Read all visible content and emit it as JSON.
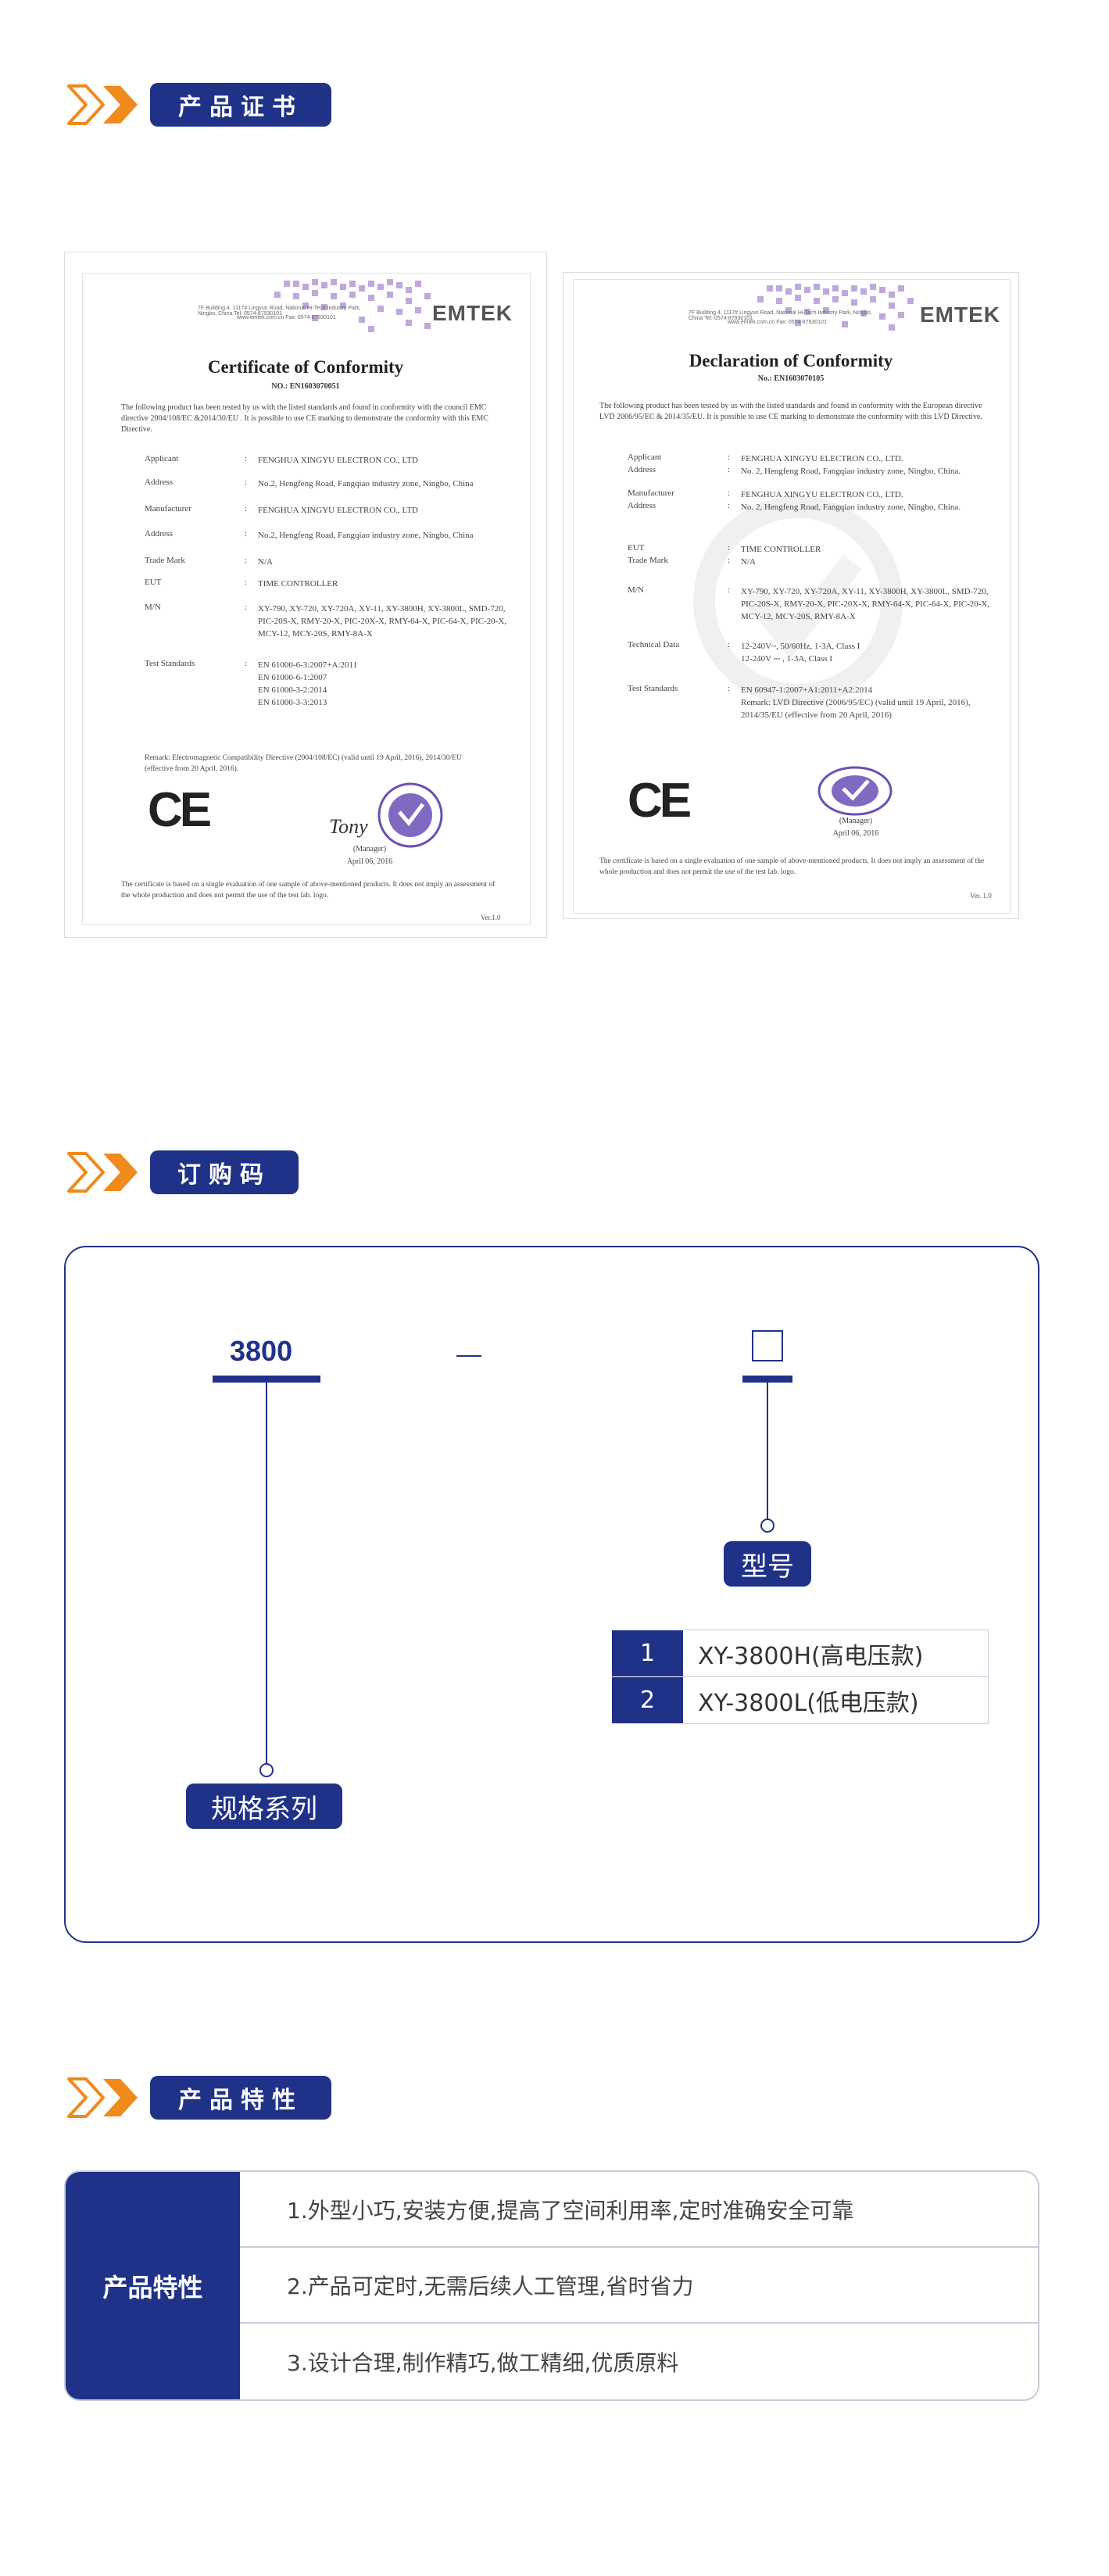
{
  "sections": {
    "certs_title": "产品证书",
    "order_title": "订购码",
    "features_title": "产品特性"
  },
  "colors": {
    "primary": "#1f3288",
    "accent_orange": "#f08a1c"
  },
  "cert1": {
    "header": "7F Building 4, 1117# Lingyun Road, National Hi-Tech Industry Park, Ningbo, China  Tel: 0574-87930101",
    "header2": "www.emtek.com.cn  Fax: 0574-87930101",
    "brand": "EMTEK",
    "title": "Certificate of Conformity",
    "number": "NO.: EN1603070051",
    "intro": "The following product has been tested by us with the listed standards and found in conformity with the council EMC directive 2004/108/EC &2014/30/EU . It is possible to use CE marking to demonstrate the conformity with this EMC Directive.",
    "rows": [
      {
        "k": "Applicant",
        "v": "FENGHUA XINGYU ELECTRON CO., LTD"
      },
      {
        "k": "Address",
        "v": "No.2, Hengfeng Road, Fangqiao industry zone, Ningbo, China"
      },
      {
        "k": "Manufacturer",
        "v": "FENGHUA XINGYU ELECTRON CO., LTD"
      },
      {
        "k": "Address",
        "v": "No.2, Hengfeng Road, Fangqiao industry zone, Ningbo, China"
      },
      {
        "k": "Trade Mark",
        "v": "N/A"
      },
      {
        "k": "EUT",
        "v": "TIME CONTROLLER"
      },
      {
        "k": "M/N",
        "v": "XY-790, XY-720, XY-720A, XY-11, XY-3800H, XY-3800L, SMD-720, PIC-20S-X, RMY-20-X, PIC-20X-X, RMY-64-X, PIC-64-X, PIC-20-X, MCY-12, MCY-20S, RMY-8A-X"
      },
      {
        "k": "Test Standards",
        "v": "EN 61000-6-3:2007+A:2011\nEN 61000-6-1:2007\nEN 61000-3-2:2014\nEN 61000-3-3:2013"
      }
    ],
    "remark": "Remark: Electromagnetic Compatibility Directive (2004/108/EC) (valid until 19 April, 2016), 2014/30/EU (effective from 20 April, 2016).",
    "ce": "CE",
    "signature": "Tony",
    "signer": "(Manager)",
    "date": "April 06, 2016",
    "footer": "The certificate is based on a single evaluation of one sample of above-mentioned products. It does not imply an assessment of the whole production and does not permit the use of the test lab. logo.",
    "version": "Ver.1.0"
  },
  "cert2": {
    "header": "7F Building 4, 1117# Lingyun Road, National Hi-Tech Industry Park, Ningbo, China  Tel: 0574-87930101",
    "header2": "www.emtek.com.cn  Fax: 0574-87930101",
    "brand": "EMTEK",
    "title": "Declaration of Conformity",
    "number": "No.: EN1603070105",
    "intro": "The following product has been tested by us with the listed standards and found in conformity with the European directive LVD 2006/95/EC & 2014/35/EU. It is possible to use CE marking to demonstrate the conformity with this LVD Directive.",
    "rows": [
      {
        "k": "Applicant",
        "v": "FENGHUA XINGYU ELECTRON CO., LTD."
      },
      {
        "k": "Address",
        "v": "No. 2, Hengfeng Road, Fangqiao industry zone, Ningbo, China."
      },
      {
        "k": "Manufacturer",
        "v": "FENGHUA XINGYU ELECTRON CO., LTD."
      },
      {
        "k": "Address",
        "v": "No. 2, Hengfeng Road, Fangqiao industry zone, Ningbo, China."
      },
      {
        "k": "EUT",
        "v": "TIME CONTROLLER"
      },
      {
        "k": "Trade Mark",
        "v": "N/A"
      },
      {
        "k": "M/N",
        "v": "XY-790, XY-720, XY-720A, XY-11, XY-3800H, XY-3800L, SMD-720, PIC-20S-X, RMY-20-X, PIC-20X-X, RMY-64-X, PIC-64-X, PIC-20-X, MCY-12, MCY-20S, RMY-8A-X"
      },
      {
        "k": "Technical Data",
        "v": "12-240V~, 50/60Hz, 1-3A, Class I\n12-240V ⎓ , 1-3A, Class I"
      },
      {
        "k": "Test Standards",
        "v": "EN 60947-1:2007+A1:2011+A2:2014\nRemark: LVD Directive (2006/95/EC) (valid until 19 April, 2016), 2014/35/EU (effective from 20 April, 2016)"
      }
    ],
    "ce": "CE",
    "signer": "(Manager)",
    "date": "April 06, 2016",
    "footer": "The certificate is based on a single evaluation of one sample of above-mentioned products. It does not imply an assessment of the whole production and does not permit the use of the test lab. logo.",
    "version": "Ver. 1.0"
  },
  "order": {
    "code": "3800",
    "separator": "—",
    "model_tag": "型号",
    "series_tag": "规格系列",
    "models": [
      {
        "num": "1",
        "name": "XY-3800H(高电压款)"
      },
      {
        "num": "2",
        "name": "XY-3800L(低电压款)"
      }
    ]
  },
  "features": {
    "label": "产品特性",
    "items": [
      "1.外型小巧,安装方便,提高了空间利用率,定时准确安全可靠",
      "2.产品可定时,无需后续人工管理,省时省力",
      "3.设计合理,制作精巧,做工精细,优质原料"
    ]
  }
}
